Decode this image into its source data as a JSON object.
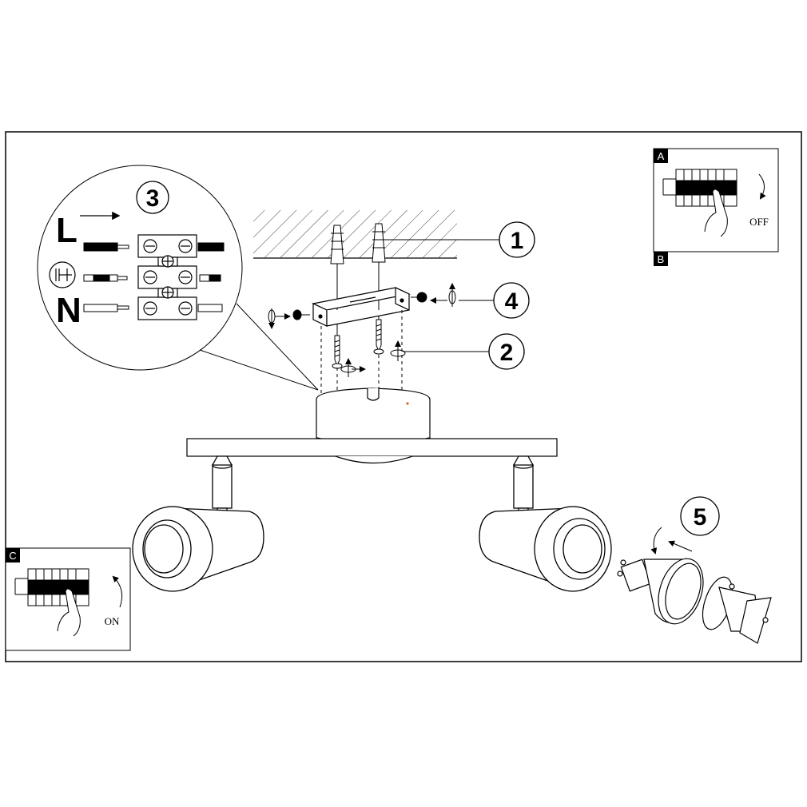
{
  "steps": {
    "step1": "1",
    "step2": "2",
    "step3": "3",
    "step4": "4",
    "step5": "5"
  },
  "wires": {
    "live": "L",
    "neutral": "N",
    "earth_symbol": "earth-ground-icon"
  },
  "panels": {
    "a": {
      "tag": "A",
      "tag2": "B",
      "status": "OFF"
    },
    "c": {
      "tag": "C",
      "status": "ON"
    }
  },
  "colors": {
    "line": "#000000",
    "background": "#ffffff",
    "ceiling_hatch": "#444444",
    "accent_dot": "#e06020"
  }
}
